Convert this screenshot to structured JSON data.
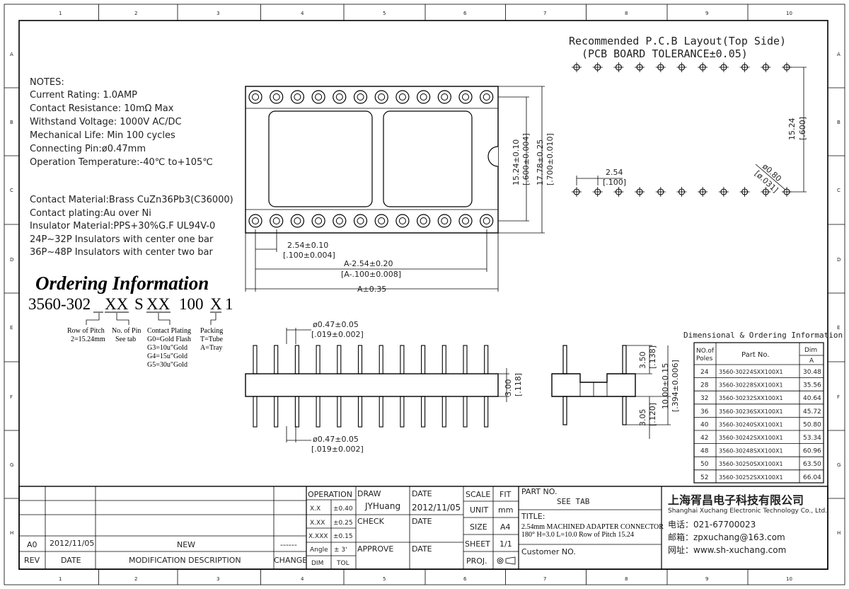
{
  "border": {
    "columns": [
      "1",
      "2",
      "3",
      "4",
      "5",
      "6",
      "7",
      "8",
      "9",
      "10"
    ],
    "rows": [
      "A",
      "B",
      "C",
      "D",
      "E",
      "F",
      "G",
      "H"
    ]
  },
  "notes": {
    "title": "NOTES:",
    "lines": [
      "Current Rating: 1.0AMP",
      "Contact Resistance: 10mΩ Max",
      "Withstand Voltage: 1000V AC/DC",
      "Mechanical Life: Min 100 cycles",
      "Connecting Pin:ø0.47mm",
      "Operation Temperature:-40℃ to+105℃"
    ],
    "materials": [
      "Contact Material:Brass CuZn36Pb3(C36000)",
      "Contact plating:Au over Ni",
      "Insulator Material:PPS+30%G.F UL94V-0",
      "24P~32P Insulators with center one bar",
      "36P~48P Insulators with center two bar"
    ]
  },
  "ordering": {
    "title": "Ordering Information",
    "code_parts": [
      "3560-302",
      "XX",
      "S",
      "XX",
      "100",
      "X",
      "1"
    ],
    "legend": [
      {
        "name": "Row of Pitch",
        "lines": [
          "Row of Pitch",
          "2=15.24mm"
        ]
      },
      {
        "name": "No. of Pin",
        "lines": [
          "No. of Pin",
          "See tab"
        ]
      },
      {
        "name": "Contact Plating",
        "lines": [
          "Contact Plating",
          "G0=Gold Flash",
          "G3=10u\"Gold",
          "G4=15u\"Gold",
          "G5=30u\"Gold"
        ]
      },
      {
        "name": "Packing",
        "lines": [
          "Packing",
          "T=Tube",
          "A=Tray"
        ]
      }
    ]
  },
  "dims": {
    "width_main": "15.24±0.10",
    "width_main_in": "[.600±0.004]",
    "width_outer": "17.78±0.25",
    "width_outer_in": "[.700±0.010]",
    "pitch": "2.54±0.10",
    "pitch_in": "[.100±0.004]",
    "len_a": "A-2.54±0.20",
    "len_a_in": "[A-.100±0.008]",
    "len_total": "A±0.35",
    "pin_top": "ø0.47±0.05",
    "pin_top_in": "[.019±0.002]",
    "pin_bot": "ø0.47±0.05",
    "pin_bot_in": "[.019±0.002]",
    "h_body": "3.00",
    "h_body_in": "[.118]",
    "h_top": "3.50",
    "h_top_in": "[.138]",
    "h_total": "10.00±0.15",
    "h_total_in": "[.394±0.006]",
    "h_bot": "3.05",
    "h_bot_in": "[.120]"
  },
  "pcb": {
    "title1": "Recommended P.C.B Layout(Top Side)",
    "title2": "(PCB BOARD TOLERANCE±0.05)",
    "row_dim": "15.24",
    "row_dim_in": "[.600]",
    "pitch": "2.54",
    "pitch_in": "[.100]",
    "hole": "ø0.80",
    "hole_in": "[ø.031]"
  },
  "table": {
    "title": "Dimensional & Ordering Information",
    "headers": [
      "NO.of Poles",
      "Part No.",
      "Dim"
    ],
    "subheader": "A",
    "rows": [
      [
        "24",
        "3560-30224SXX100X1",
        "30.48"
      ],
      [
        "28",
        "3560-30228SXX100X1",
        "35.56"
      ],
      [
        "32",
        "3560-30232SXX100X1",
        "40.64"
      ],
      [
        "36",
        "3560-30236SXX100X1",
        "45.72"
      ],
      [
        "40",
        "3560-30240SXX100X1",
        "50.80"
      ],
      [
        "42",
        "3560-30242SXX100X1",
        "53.34"
      ],
      [
        "48",
        "3560-30248SXX100X1",
        "60.96"
      ],
      [
        "50",
        "3560-30250SXX100X1",
        "63.50"
      ],
      [
        "52",
        "3560-30252SXX100X1",
        "66.04"
      ]
    ]
  },
  "titleblock": {
    "rev_row": {
      "rev": "A0",
      "date": "2012/11/05",
      "desc": "NEW",
      "change": "------"
    },
    "headers": {
      "rev": "REV",
      "date": "DATE",
      "desc": "MODIFICATION DESCRIPTION",
      "change": "CHANGE"
    },
    "operation": "OPERATION",
    "tolerances": [
      [
        "X.X",
        "±0.40"
      ],
      [
        "X.XX",
        "±0.25"
      ],
      [
        "X.XXX",
        "±0.15"
      ],
      [
        "Angle",
        "± 3'"
      ]
    ],
    "dim": "DIM",
    "tol": "TOL",
    "draw": "DRAW",
    "draw_by": "JYHuang",
    "check": "CHECK",
    "approve": "APPROVE",
    "date_label": "DATE",
    "draw_date": "2012/11/05",
    "scale": "SCALE",
    "fit": "FIT",
    "unit": "UNIT",
    "unit_val": "mm",
    "size": "SIZE",
    "size_val": "A4",
    "sheet": "SHEET",
    "sheet_val": "1/1",
    "proj": "PROJ.",
    "part_no_label": "PART NO.",
    "part_no": "SEE TAB",
    "title_label": "TITLE:",
    "title_line1": "2.54mm MACHINED ADAPTER CONNECTOR",
    "title_line2": "180° H=3.0 L=10.0 Row of Pitch 15.24",
    "customer": "Customer NO."
  },
  "company": {
    "name_cn": "上海胥昌电子科技有限公司",
    "name_en": "Shanghai Xuchang Electronic Technology Co., Ltd.",
    "phone": "电话：021-67700023",
    "email": "邮箱：zpxuchang@163.com",
    "web": "网址：www.sh-xuchang.com"
  }
}
